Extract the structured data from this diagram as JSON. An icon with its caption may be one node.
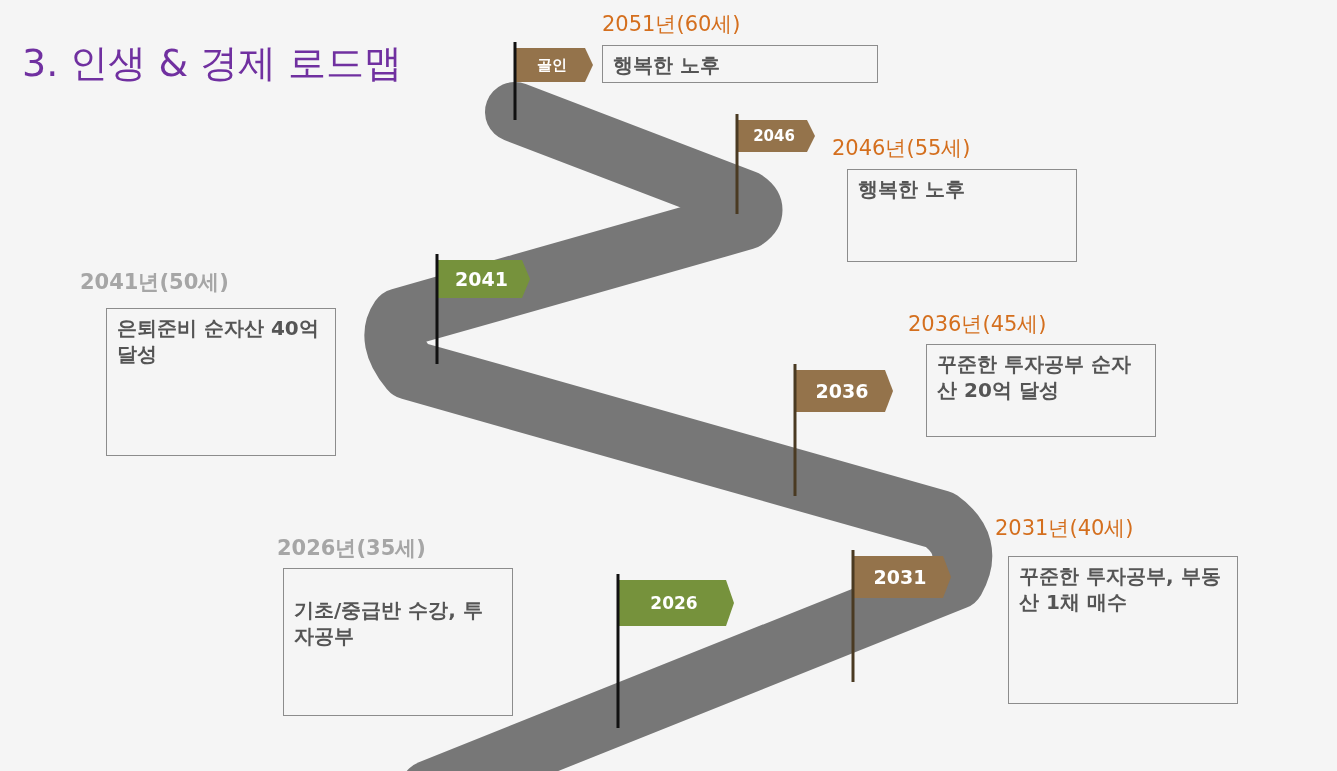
{
  "diagram": {
    "title": "3. 인생 & 경제 로드맵",
    "nodes": [
      {
        "text": [
          "골인"
        ]
      },
      {
        "text": [
          "2051년(60세)",
          "행복한 노후"
        ]
      },
      {
        "text": [
          "2046"
        ]
      },
      {
        "text": [
          "2046년(55세)",
          "행복한 노후"
        ]
      },
      {
        "text": [
          "2041"
        ]
      },
      {
        "text": [
          "2041년(50세)",
          "은퇴준비 순자산 40억 달성"
        ]
      },
      {
        "text": [
          "2036"
        ]
      },
      {
        "text": [
          "2036년(45세)",
          "꾸준한 투자공부 순자산 20억 달성"
        ]
      },
      {
        "text": [
          "2031"
        ]
      },
      {
        "text": [
          "2031년(40세)",
          "꾸준한 투자공부, 부동산 1채 매수"
        ]
      },
      {
        "text": [
          "2026"
        ]
      },
      {
        "text": [
          "2026년(35세)",
          "기초/중급반 수강, 투자공부"
        ]
      }
    ]
  }
}
